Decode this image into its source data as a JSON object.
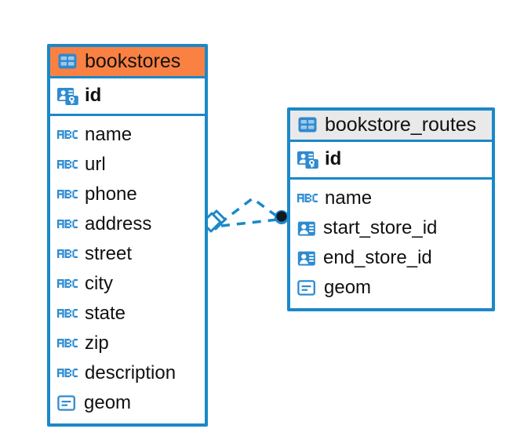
{
  "diagram": {
    "type": "entity-relationship-diagram",
    "background": "#ffffff",
    "accent_color": "#1A88C9",
    "highlight_color": "#FA8142",
    "header_color": "#E9E9E9",
    "text_color": "#111111"
  },
  "entities": [
    {
      "key": "bookstores",
      "name": "bookstores",
      "selected": true,
      "header_icon": "table-icon",
      "primary_key": {
        "name": "id",
        "icon": "primary-key-icon"
      },
      "columns": [
        {
          "name": "name",
          "icon": "text-type-icon"
        },
        {
          "name": "url",
          "icon": "text-type-icon"
        },
        {
          "name": "phone",
          "icon": "text-type-icon"
        },
        {
          "name": "address",
          "icon": "text-type-icon"
        },
        {
          "name": "street",
          "icon": "text-type-icon"
        },
        {
          "name": "city",
          "icon": "text-type-icon"
        },
        {
          "name": "state",
          "icon": "text-type-icon"
        },
        {
          "name": "zip",
          "icon": "text-type-icon"
        },
        {
          "name": "description",
          "icon": "text-type-icon"
        },
        {
          "name": "geom",
          "icon": "geometry-type-icon"
        }
      ]
    },
    {
      "key": "bookstore_routes",
      "name": "bookstore_routes",
      "selected": false,
      "header_icon": "table-icon",
      "primary_key": {
        "name": "id",
        "icon": "primary-key-icon"
      },
      "columns": [
        {
          "name": "name",
          "icon": "text-type-icon"
        },
        {
          "name": "start_store_id",
          "icon": "foreign-key-icon"
        },
        {
          "name": "end_store_id",
          "icon": "foreign-key-icon"
        },
        {
          "name": "geom",
          "icon": "geometry-type-icon"
        }
      ]
    }
  ],
  "relationship": {
    "from": "bookstores",
    "to": "bookstore_routes",
    "style": "dashed",
    "color": "#1A88C9",
    "source_marker": "diamond-marker",
    "target_marker": "filled-dot-marker"
  }
}
